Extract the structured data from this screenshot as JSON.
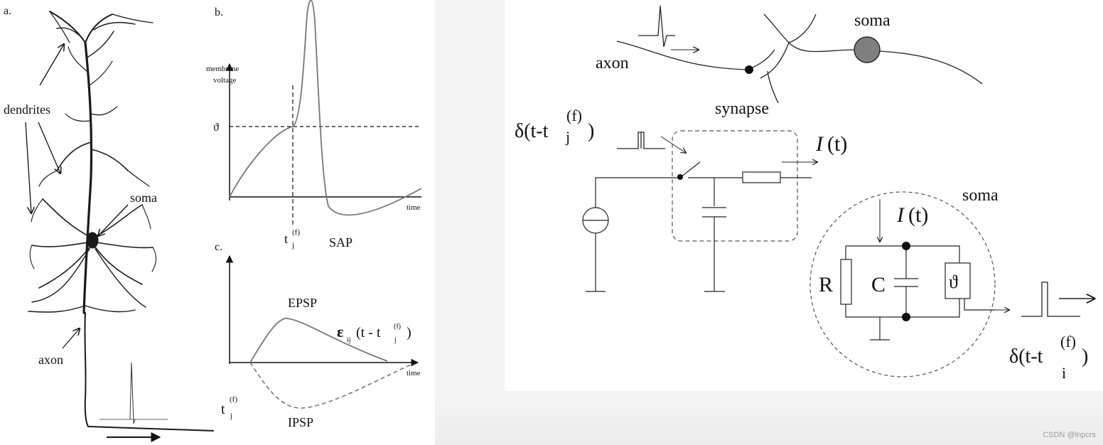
{
  "left": {
    "label_a": "a.",
    "label_b": "b.",
    "label_c": "c.",
    "neuron": {
      "dendrites": "dendrites",
      "soma": "soma",
      "axon": "axon"
    },
    "plot_b": {
      "ylabel_line1": "membrane",
      "ylabel_line2": "voltage",
      "threshold_symbol": "ϑ",
      "xlabel": "time",
      "tick_t": "t",
      "tick_sub": "j",
      "tick_sup": "(f)",
      "sap": "SAP"
    },
    "plot_c": {
      "epsp": "EPSP",
      "ipsp": "IPSP",
      "xlabel": "time",
      "eps_main": "ε",
      "eps_sub": "ij",
      "eps_arg": "(t - t",
      "eps_arg_sub": "j",
      "eps_arg_sup": "(f)",
      "eps_close": ")",
      "tick_t": "t",
      "tick_sub": "j",
      "tick_sup": "(f)"
    }
  },
  "right": {
    "axon": "axon",
    "synapse": "synapse",
    "soma_top": "soma",
    "soma_circuit": "soma",
    "delta_in": {
      "main": "δ(t-t",
      "sub": "j",
      "sup": "(f)",
      "close": ")"
    },
    "delta_out": {
      "main": "δ(t-t",
      "sub": "i",
      "sup": "(f)",
      "close": ")"
    },
    "current_1": {
      "sym": "I",
      "arg": "(t)"
    },
    "current_2": {
      "sym": "I",
      "arg": "(t)"
    },
    "resistor": "R",
    "capacitor": "C",
    "threshold": "ϑ",
    "colors": {
      "soma_fill": "#7f7f7f",
      "line": "#222222",
      "dash": "#555555"
    }
  },
  "watermark": "CSDN @lnpcrs"
}
